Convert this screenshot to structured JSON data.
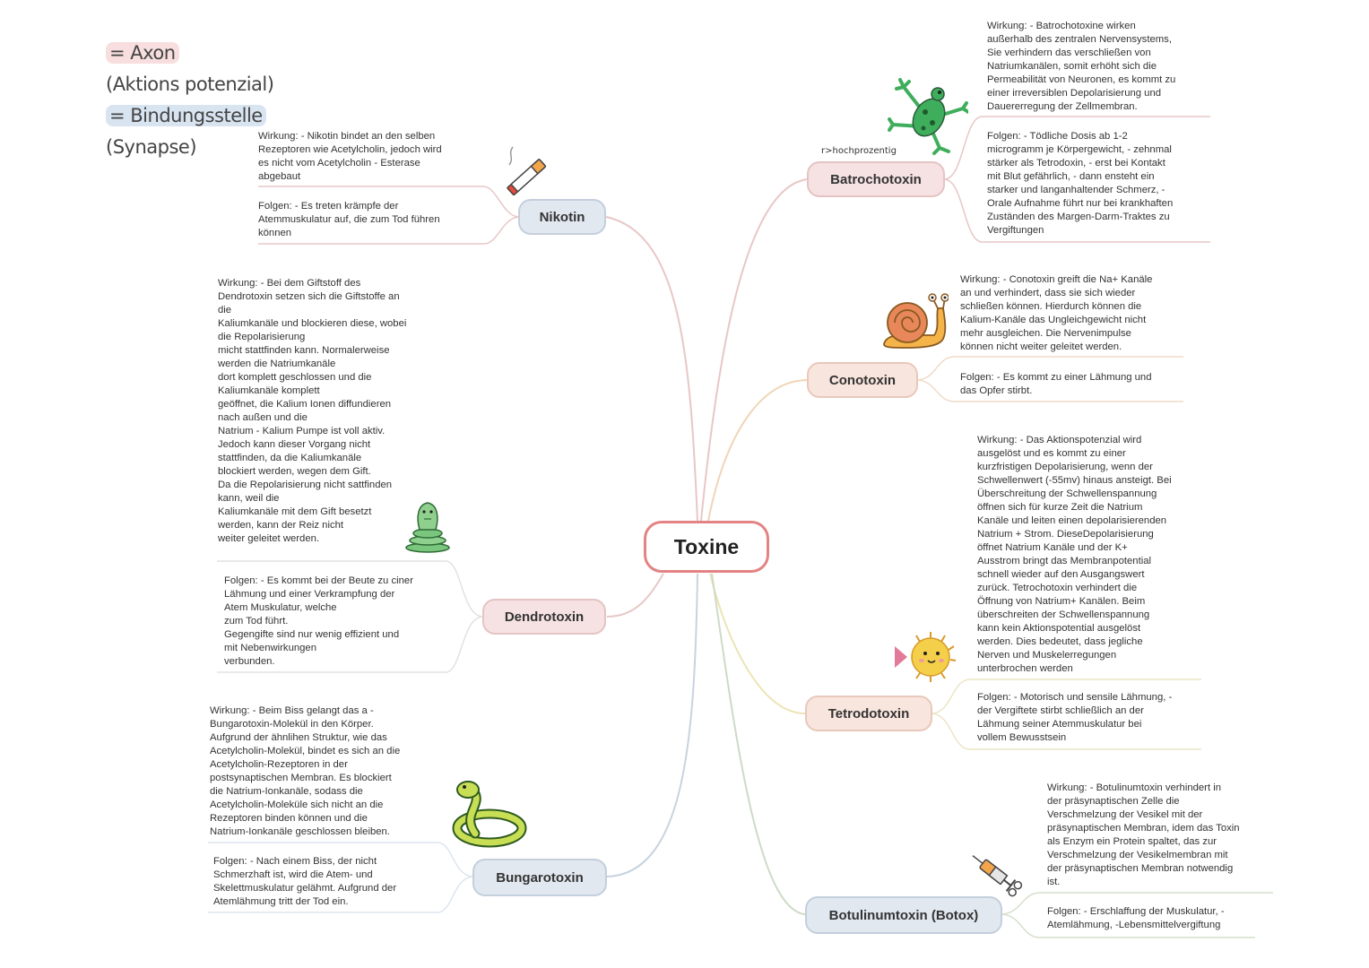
{
  "legend": {
    "axon_label": "= Axon",
    "axon_sub": "(Aktions potenzial)",
    "binding_label": "= Bindungsstelle",
    "binding_sub": "(Synapse)"
  },
  "center": {
    "label": "Toxine"
  },
  "colors": {
    "pink": "#e5c3c3",
    "blue": "#c4cfdc",
    "peach": "#e9c8bb",
    "green": "#cbd3bc",
    "central_border": "#e38383"
  },
  "topics": {
    "nikotin": {
      "label": "Nikotin",
      "wirkung": "Wirkung: - Nikotin bindet an den selben\nRezeptoren wie Acetylcholin, jedoch wird\nes nicht vom Acetylcholin - Esterase\nabgebaut",
      "folgen": "Folgen: - Es treten krämpfe der\nAtemmuskulatur auf, die zum Tod führen\nkönnen"
    },
    "dendrotoxin": {
      "label": "Dendrotoxin",
      "wirkung": "Wirkung: - Bei dem Giftstoff des\nDendrotoxin setzen sich die Giftstoffe an\ndie\nKaliumkanäle und blockieren diese, wobei\ndie Repolarisierung\nmicht stattfinden kann. Normalerweise\nwerden die Natriumkanäle\ndort komplett geschlossen und die\nKaliumkanäle komplett\ngeöffnet, die Kalium Ionen diffundieren\nnach außen und die\nNatrium - Kalium Pumpe ist voll aktiv.\nJedoch kann dieser Vorgang nicht\nstattfinden, da die Kaliumkanäle\nblockiert werden, wegen dem Gift.\nDa die Repolarisierung nicht sattfinden\nkann, weil die\nKaliumkanäle mit dem Gift besetzt\nwerden, kann der Reiz nicht\nweiter geleitet werden.",
      "folgen": "Folgen: - Es kommt bei der Beute zu ciner\nLähmung und einer Verkrampfung der\nAtem Muskulatur, welche\nzum Tod führt.\nGegengifte sind nur wenig effizient und\nmit Nebenwirkungen\nverbunden."
    },
    "bungarotoxin": {
      "label": "Bungarotoxin",
      "wirkung": "Wirkung: - Beim Biss gelangt das a -\nBungarotoxin-Molekül in den Körper.\nAufgrund der ähnlihen Struktur, wie das\nAcetylcholin-Molekül, bindet es sich an die\nAcetylcholin-Rezeptoren in der\npostsynaptischen Membran. Es blockiert\ndie Natrium-Ionkanäle, sodass die\nAcetylcholin-Moleküle sich nicht an die\nRezeptoren binden können und die\nNatrium-Ionkanäle geschlossen bleiben.",
      "folgen": "Folgen: - Nach einem Biss, der nicht\nSchmerzhaft ist, wird die Atem- und\nSkelettmuskulatur gelähmt. Aufgrund der\nAtemlähmung tritt der Tod ein."
    },
    "batrachotoxin": {
      "label": "Batrochotoxin",
      "tag": "r>hochprozentig",
      "wirkung": "Wirkung: - Batrochotoxine wirken\naußerhalb des zentralen Nervensystems,\nSie verhindern das verschließen von\nNatriumkanälen, somit erhöht sich die\nPermeabilität von Neuronen, es kommt zu\neiner irreversiblen Depolarisierung und\nDauererregung der Zellmembran.",
      "folgen": "Folgen: - Tödliche Dosis ab 1-2\nmicrogramm je Körpergewicht, - zehnmal\nstärker als Tetrodoxin, - erst bei Kontakt\nmit Blut gefährlich, - dann ensteht ein\nstarker und langanhaltender Schmerz, -\nOrale Aufnahme führt nur bei krankhaften\nZuständen des Margen-Darm-Traktes zu\nVergiftungen"
    },
    "conotoxin": {
      "label": "Conotoxin",
      "wirkung": "Wirkung: - Conotoxin greift die Na+ Kanäle\nan und verhindert, dass sie sich wieder\nschließen können. Hierdurch können die\nKalium-Kanäle das Ungleichgewicht nicht\nmehr ausgleichen. Die Nervenimpulse\nkönnen nicht weiter geleitet werden.",
      "folgen": "Folgen: - Es kommt zu einer Lähmung und\ndas Opfer stirbt."
    },
    "tetrodotoxin": {
      "label": "Tetrodotoxin",
      "wirkung": "Wirkung: - Das Aktionspotenzial wird\nausgelöst und es kommt zu einer\nkurzfristigen Depolarisierung, wenn der\nSchwellenwert (-55mv) hinaus ansteigt. Bei\nÜberschreitung der Schwellenspannung\nöffnen sich für kurze Zeit die Natrium\nKanäle und leiten einen depolarisierenden\nNatrium + Strom. DieseDepolarisierung\nöffnet Natrium Kanäle und der K+\nAusstrom bringt das Membranpotential\nschnell wieder auf den Ausgangswert\nzurück. Tetrochotoxin verhindert die\nÖffnung von Natrium+ Kanälen. Beim\nüberschreiten der Schwellenspannung\nkann kein Aktionspotential ausgelöst\nwerden. Dies bedeutet, dass jegliche\nNerven und Muskelerregungen\nunterbrochen werden",
      "folgen": "Folgen: - Motorisch und sensile Lähmung, -\nder Vergiftete stirbt schließlich an der\nLähmung seiner Atemmuskulatur bei\nvollem Bewusstsein"
    },
    "botulinumtoxin": {
      "label": "Botulinumtoxin (Botox)",
      "wirkung": "Wirkung: - Botulinumtoxin verhindert in\nder präsynaptischen Zelle die\nVerschmelzung der Vesikel mit der\npräsynaptischen Membran, idem das Toxin\nals Enzym ein Protein spaltet, das zur\nVerschmelzung der Vesikelmembran mit\nder präsynaptischen Membran notwendig\nist.",
      "folgen": "Folgen: - Erschlaffung der Muskulatur, -\nAtemlähmung, -Lebensmittelvergiftung"
    }
  },
  "icons": {
    "cigarette": "cigarette-icon",
    "cobra": "cobra-icon",
    "snake": "snake-icon",
    "frog": "frog-icon",
    "snail": "snail-icon",
    "pufferfish": "pufferfish-icon",
    "syringe": "syringe-icon"
  }
}
